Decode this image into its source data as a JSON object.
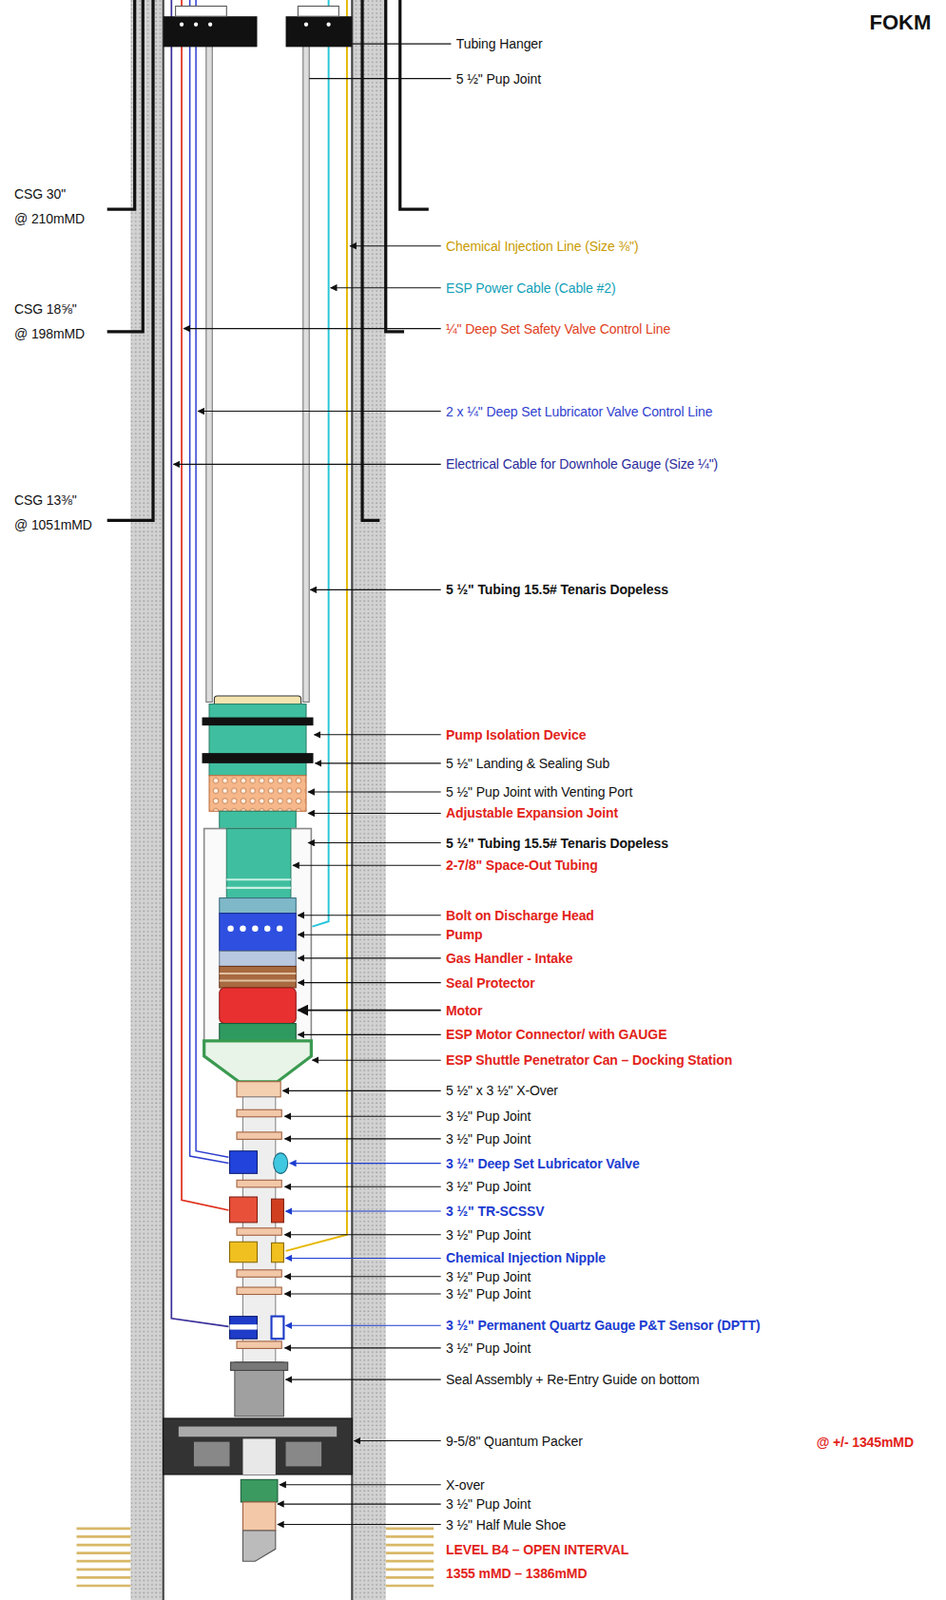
{
  "diagram": {
    "title": "FOKM",
    "labels": [
      "CSG 30\"",
      "@ 210mMD",
      "CSG 18⅝\"",
      "@ 198mMD",
      "CSG 13⅜\"",
      "@ 1051mMD",
      "Tubing Hanger",
      "5 ½\" Pup Joint",
      "Chemical Injection Line (Size ⅜\")",
      "ESP Power Cable (Cable #2)",
      "¼\" Deep Set Safety Valve Control Line",
      "2 x ¼\" Deep Set Lubricator Valve Control Line",
      "Electrical Cable for Downhole Gauge (Size ¼\")",
      "5 ½\" Tubing 15.5# Tenaris Dopeless",
      "Pump Isolation Device",
      "5 ½\" Landing & Sealing Sub",
      "5 ½\" Pup Joint with Venting Port",
      "Adjustable Expansion Joint",
      "5 ½\" Tubing 15.5# Tenaris Dopeless",
      "2-7/8\" Space-Out Tubing",
      "Bolt on Discharge Head",
      "Pump",
      "Gas Handler - Intake",
      "Seal Protector",
      "Motor",
      "ESP Motor Connector/ with GAUGE",
      "ESP Shuttle Penetrator Can – Docking Station",
      "5 ½\" x 3 ½\" X-Over",
      "3 ½\" Pup Joint",
      "3 ½\" Pup Joint",
      "3 ½\" Deep Set Lubricator Valve",
      "3 ½\" Pup Joint",
      "3 ½\" TR-SCSSV",
      "3 ½\" Pup Joint",
      "Chemical Injection Nipple",
      "3 ½\" Pup Joint",
      "3 ½\" Pup Joint",
      "3 ½\" Permanent Quartz Gauge P&T Sensor (DPTT)",
      "3 ½\" Pup Joint",
      "Seal Assembly + Re-Entry Guide on bottom",
      "9-5/8\" Quantum Packer",
      "@ +/- 1345mMD",
      "X-over",
      "3 ½\" Pup Joint",
      "3 ½\" Half Mule Shoe",
      "LEVEL B4 – OPEN INTERVAL",
      "1355 mMD – 1386mMD"
    ]
  }
}
